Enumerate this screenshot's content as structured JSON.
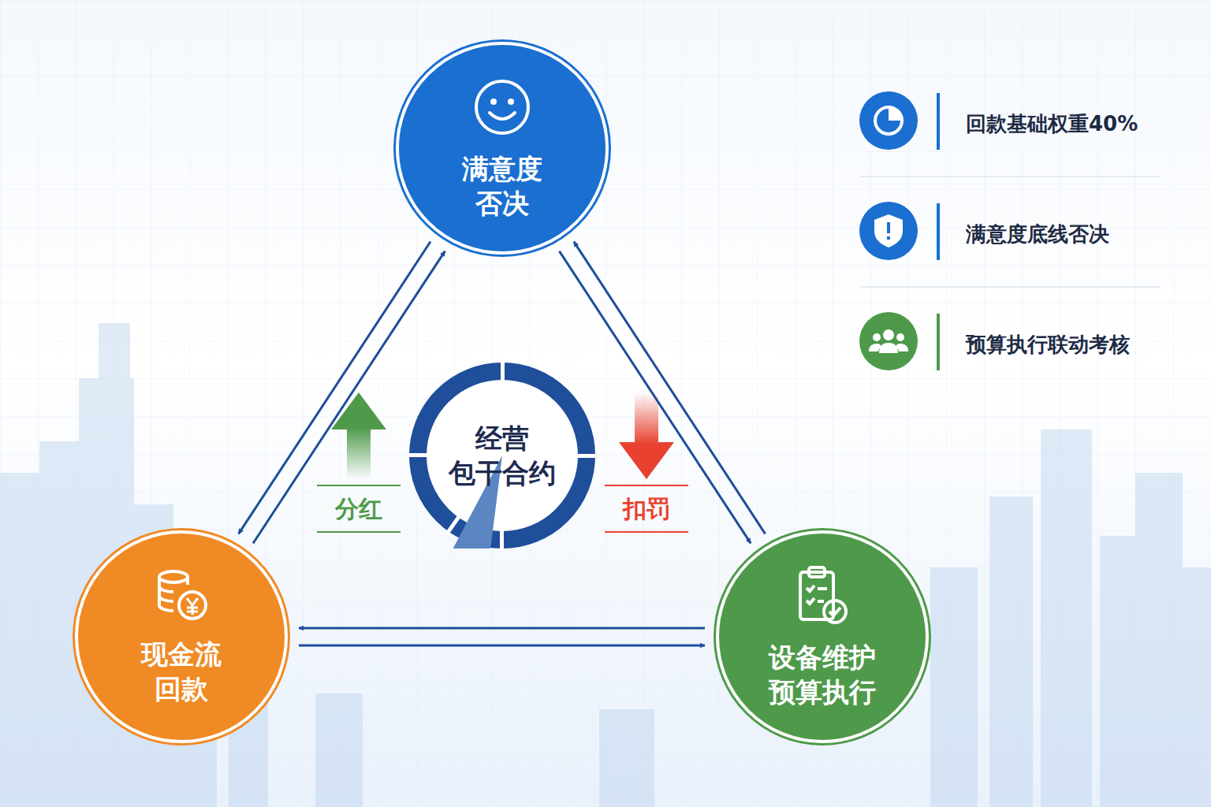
{
  "diagram": {
    "nodes": [
      {
        "text": [
          "满意度 否决"
        ]
      },
      {
        "text": [
          "经营 包干合约"
        ]
      },
      {
        "text": [
          "现金流 回款"
        ]
      },
      {
        "text": [
          "设备维护 预算执行"
        ]
      }
    ],
    "edges": [
      {
        "from": 0,
        "to": 2,
        "arrow": "both"
      },
      {
        "from": 0,
        "to": 3,
        "arrow": "both"
      },
      {
        "from": 2,
        "to": 3,
        "arrow": "both"
      }
    ],
    "labels": [
      "分红",
      "扣罚"
    ],
    "legend": [
      {
        "text": "回款基础权重40%"
      },
      {
        "text": "满意度底线否决"
      },
      {
        "text": "预算执行联动考核"
      }
    ]
  }
}
